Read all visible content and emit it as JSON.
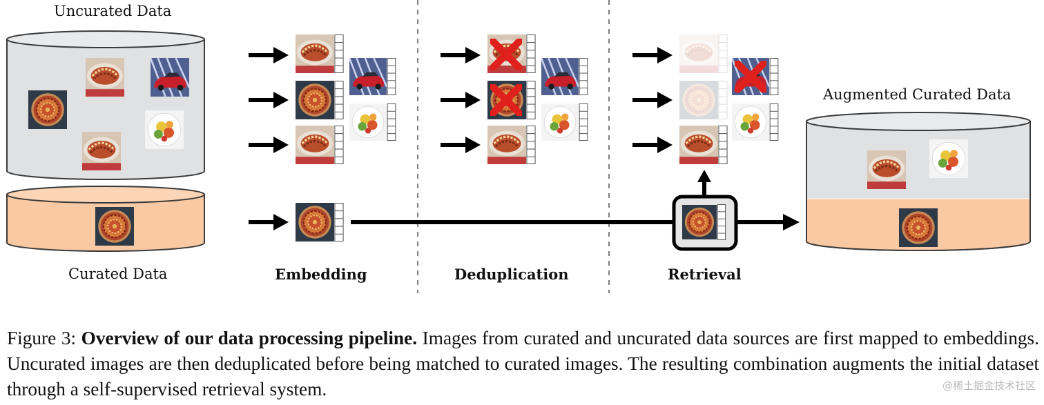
{
  "labels": {
    "uncurated": "Uncurated Data",
    "curated": "Curated Data",
    "augmented": "Augmented Curated Data"
  },
  "stages": {
    "embedding": "Embedding",
    "deduplication": "Deduplication",
    "retrieval": "Retrieval"
  },
  "caption": {
    "prefix": "Figure 3: ",
    "bold": "Overview of our data processing pipeline.",
    "body": " Images from curated and uncurated data sources are first mapped to embeddings. Uncurated images are then deduplicated before being matched to curated images. The resulting combination augments the initial dataset through a self-supervised retrieval system."
  },
  "watermark": "@稀土掘金技术社区",
  "colors": {
    "uncurated_db": "#e0e1e3",
    "curated_db": "#f9c9a3",
    "reject_cross": "#e0201c",
    "arrow": "#000000"
  },
  "icons": [
    "arrow-right-icon",
    "cross-icon",
    "embedding-vector-icon",
    "database-cylinder-icon"
  ]
}
